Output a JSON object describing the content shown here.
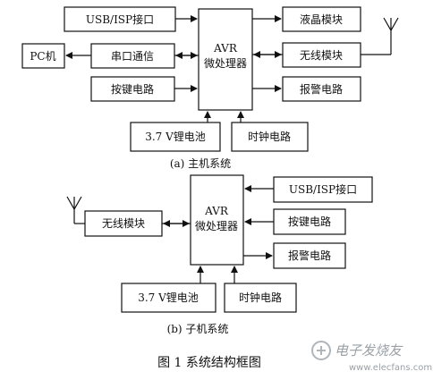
{
  "main_system": {
    "caption": "(a)  主机系统",
    "cpu": [
      "AVR",
      "微处理器"
    ],
    "usb": "USB/ISP接口",
    "serial": "串口通信",
    "pc": "PC机",
    "keys": "按键电路",
    "lcd": "液晶模块",
    "wireless": "无线模块",
    "alarm": "报警电路",
    "battery": "3.7  V锂电池",
    "clock": "时钟电路"
  },
  "sub_system": {
    "caption": "(b)  子机系统",
    "cpu": [
      "AVR",
      "微处理器"
    ],
    "wireless": "无线模块",
    "usb": "USB/ISP接口",
    "keys": "按键电路",
    "alarm": "报警电路",
    "battery": "3.7  V锂电池",
    "clock": "时钟电路"
  },
  "figure_title": "图 1    系统结构框图",
  "watermark": {
    "cn": "电子发烧友",
    "url": "www.elecfans.com"
  },
  "icons": [
    "antenna-icon",
    "watermark-logo-icon"
  ]
}
